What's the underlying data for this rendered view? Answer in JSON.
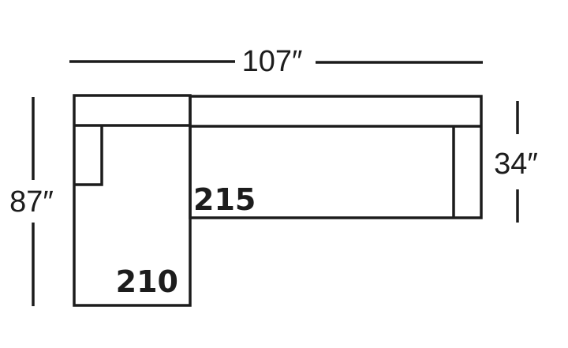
{
  "dimensions": {
    "width": "107″",
    "depth_left": "87″",
    "depth_right": "34″"
  },
  "pieces": [
    {
      "label": "210"
    },
    {
      "label": "215"
    }
  ],
  "colors": {
    "line": "#1c1c1c",
    "background": "#ffffff"
  }
}
